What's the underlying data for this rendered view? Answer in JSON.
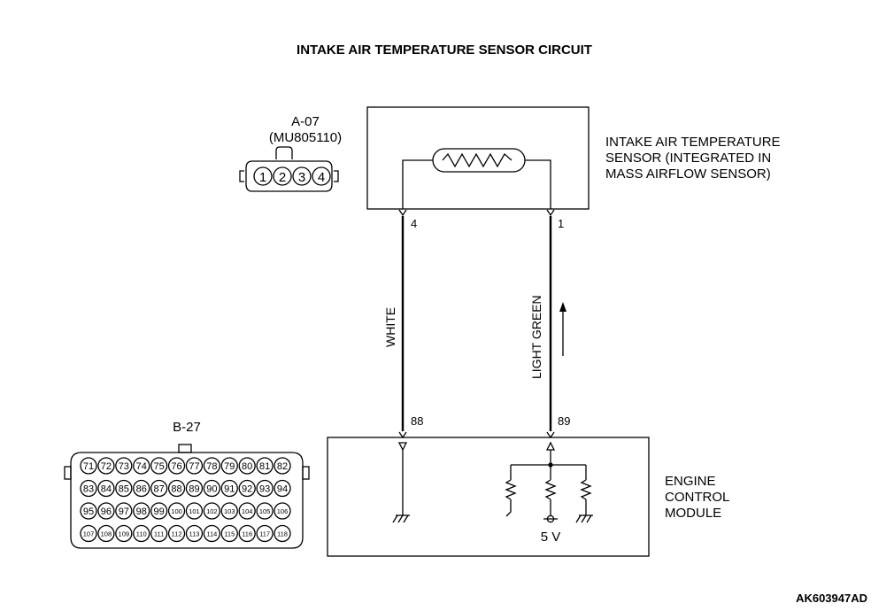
{
  "title": "INTAKE AIR TEMPERATURE SENSOR CIRCUIT",
  "connector_a": {
    "id": "A-07",
    "part": "(MU805110)",
    "pins": [
      "1",
      "2",
      "3",
      "4"
    ]
  },
  "sensor": {
    "label_lines": [
      "INTAKE AIR TEMPERATURE",
      "SENSOR (INTEGRATED IN",
      "MASS AIRFLOW SENSOR)"
    ],
    "pin_left": "4",
    "pin_right": "1"
  },
  "wires": {
    "left_color": "WHITE",
    "right_color": "LIGHT GREEN"
  },
  "ecm": {
    "label_lines": [
      "ENGINE",
      "CONTROL",
      "MODULE"
    ],
    "pin_left": "88",
    "pin_right": "89",
    "voltage": "5 V"
  },
  "connector_b": {
    "id": "B-27",
    "rows": [
      [
        "71",
        "72",
        "73",
        "74",
        "75",
        "76",
        "77",
        "78",
        "79",
        "80",
        "81",
        "82"
      ],
      [
        "83",
        "84",
        "85",
        "86",
        "87",
        "88",
        "89",
        "90",
        "91",
        "92",
        "93",
        "94"
      ],
      [
        "95",
        "96",
        "97",
        "98",
        "99",
        "100",
        "101",
        "102",
        "103",
        "104",
        "105",
        "106"
      ],
      [
        "107",
        "108",
        "109",
        "110",
        "111",
        "112",
        "113",
        "114",
        "115",
        "116",
        "117",
        "118"
      ]
    ]
  },
  "figure_code": "AK603947AD"
}
